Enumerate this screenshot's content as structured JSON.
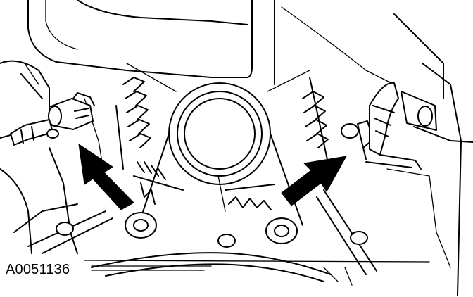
{
  "figure": {
    "reference_code": "A0051136"
  },
  "colors": {
    "ink": "#000000",
    "paper": "#ffffff"
  },
  "callouts": [
    {
      "name": "left-indicator-arrow",
      "icon": "arrow-up-left"
    },
    {
      "name": "right-indicator-arrow",
      "icon": "arrow-up-right"
    }
  ]
}
